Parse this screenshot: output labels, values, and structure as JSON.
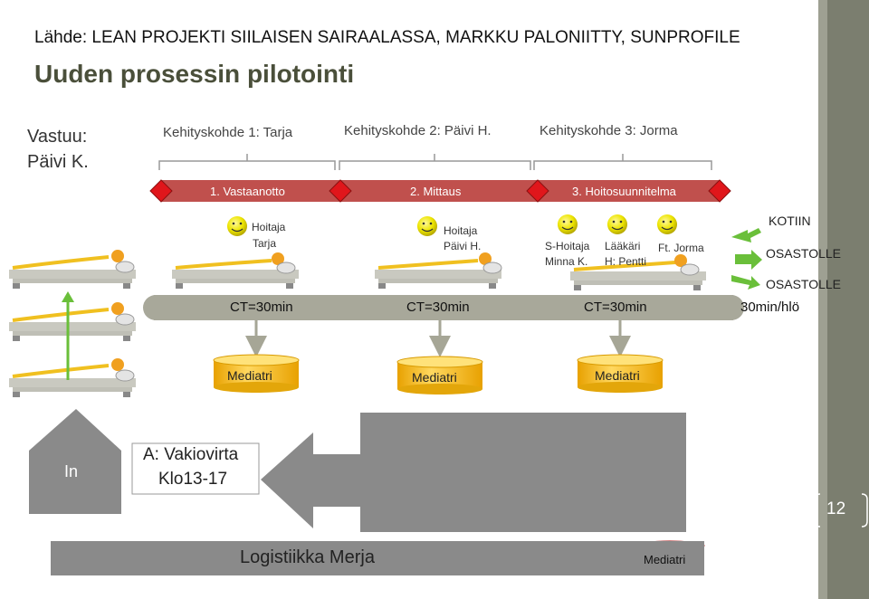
{
  "slide": {
    "source": "Lähde: LEAN PROJEKTI SIILAISEN SAIRAALASSA, MARKKU PALONIITTY, SUNPROFILE",
    "title": "Uuden prosessin pilotointi",
    "responsible_label": "Vastuu:",
    "responsible_name": "Päivi K.",
    "page_number": "12"
  },
  "development_targets": [
    {
      "label": "Kehityskohde 1: Tarja"
    },
    {
      "label": "Kehityskohde 2: Päivi H."
    },
    {
      "label": "Kehityskohde 3: Jorma"
    }
  ],
  "phases": [
    {
      "label": "1. Vastaanotto"
    },
    {
      "label": "2. Mittaus"
    },
    {
      "label": "3. Hoitosuunnitelma"
    }
  ],
  "roles": {
    "nurse_tarja": [
      "Hoitaja",
      "Tarja"
    ],
    "nurse_paivi": [
      "Hoitaja",
      "Päivi H."
    ],
    "s_nurse": [
      "S-Hoitaja",
      "Minna K."
    ],
    "doctor": [
      "Lääkäri",
      "H: Pentti"
    ],
    "ft": "Ft. Jorma"
  },
  "cycle_times": [
    "CT=30min",
    "CT=30min",
    "CT=30min",
    "30min/hlö"
  ],
  "destinations": [
    "KOTIIN",
    "OSASTOLLE",
    "OSASTOLLE"
  ],
  "databases": [
    "Mediatri",
    "Mediatri",
    "Mediatri",
    "Mediatri"
  ],
  "inflow": {
    "arrow_label": "In",
    "box_line1": "A: Vakiovirta",
    "box_line2": "Klo13-17"
  },
  "logistics_label": "Logistiikka Merja",
  "colors": {
    "title": "#4a4f3a",
    "phase_bar": "#c0504d",
    "diamond": "#e0161b",
    "arrow_green": "#6abf3a",
    "conveyor": "#a8a89a",
    "database": "#f4c233",
    "database_red": "#e80d0d",
    "gray_box": "#8a8a8a",
    "smiley": "#e8e500"
  }
}
